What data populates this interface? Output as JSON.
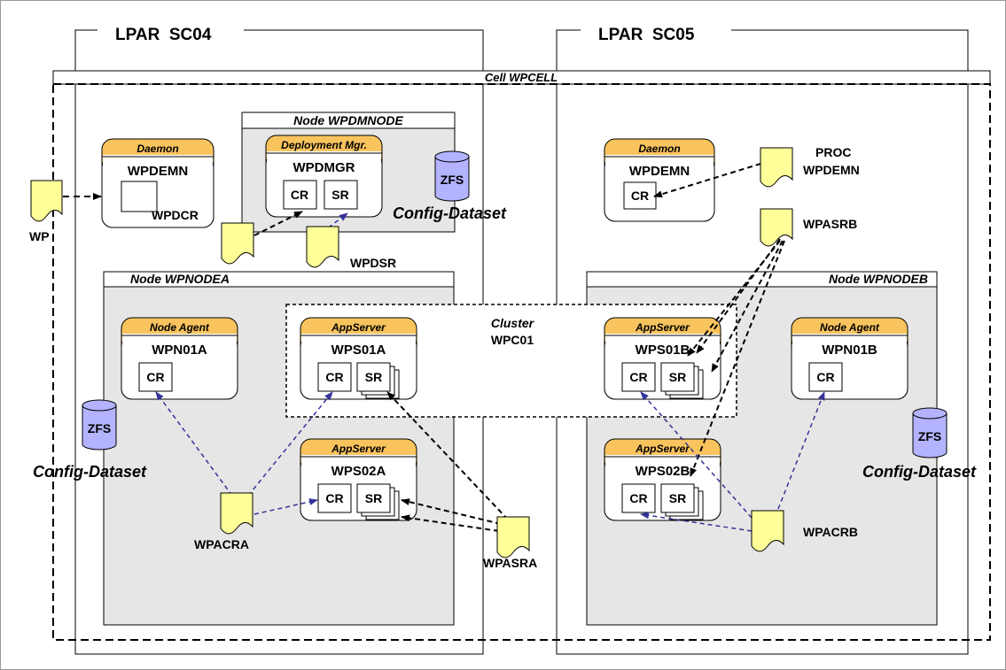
{
  "lpars": [
    {
      "title": "LPAR  SC04"
    },
    {
      "title": "LPAR  SC05"
    }
  ],
  "cell": {
    "label": "Cell WPCELL"
  },
  "dmnode": {
    "label": "Node WPDMNODE",
    "server_type": "Deployment Mgr.",
    "server_name": "WPDMGR"
  },
  "nodes": [
    {
      "label": "Node WPNODEA"
    },
    {
      "label": "Node WPNODEB"
    }
  ],
  "cluster": {
    "label_line1": "Cluster",
    "label_line2": "WPC01"
  },
  "servers": {
    "daemon_a": {
      "type": "Daemon",
      "name": "WPDEMN"
    },
    "daemon_b": {
      "type": "Daemon",
      "name": "WPDEMN"
    },
    "agent_a": {
      "type": "Node Agent",
      "name": "WPN01A"
    },
    "agent_b": {
      "type": "Node Agent",
      "name": "WPN01B"
    },
    "wps01a": {
      "type": "AppServer",
      "name": "WPS01A"
    },
    "wps02a": {
      "type": "AppServer",
      "name": "WPS02A"
    },
    "wps01b": {
      "type": "AppServer",
      "name": "WPS01B"
    },
    "wps02b": {
      "type": "AppServer",
      "name": "WPS02B"
    }
  },
  "region_labels": {
    "cr": "CR",
    "sr": "SR"
  },
  "storage": {
    "zfs": "ZFS",
    "config": "Config-Dataset"
  },
  "procs": {
    "wp": "WP",
    "wpdcr": "WPDCR",
    "wpdsr": "WPDSR",
    "proc_line1": "PROC",
    "proc_line2": "WPDEMN",
    "wpasrb": "WPASRB",
    "wpacra": "WPACRA",
    "wpasra": "WPASRA",
    "wpacrb": "WPACRB"
  },
  "colors": {
    "server_header": "#f9c45d",
    "node_fill": "#e6e6e6",
    "doc_fill": "#ffff99",
    "cylinder_fill": "#b3b3ff",
    "blue_arrow": "#333399",
    "black_arrow": "#000000"
  }
}
